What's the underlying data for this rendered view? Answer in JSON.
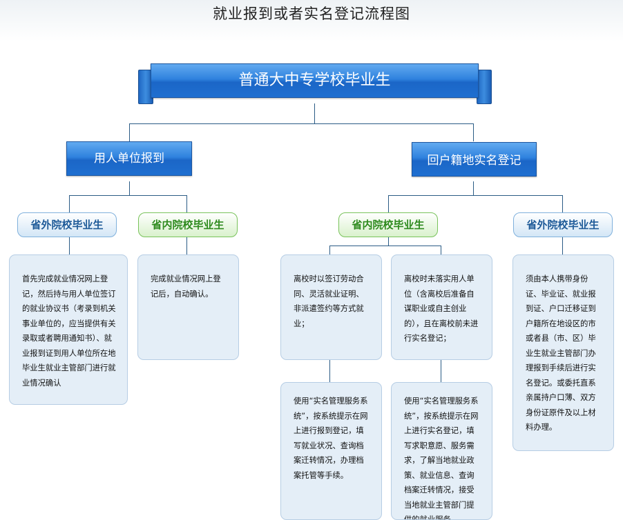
{
  "title": "就业报到或者实名登记流程图",
  "root": {
    "label": "普通大中专学校毕业生"
  },
  "branches": {
    "employer": {
      "label": "用人单位报到"
    },
    "hometown": {
      "label": "回户籍地实名登记"
    }
  },
  "pills": {
    "employer_outside": "省外院校毕业生",
    "employer_inside": "省内院校毕业生",
    "hometown_inside": "省内院校毕业生",
    "hometown_outside": "省外院校毕业生"
  },
  "cards": {
    "c1": "首先完成就业情况网上登记，然后持与用人单位签订的就业协议书（考录到机关事业单位的，应当提供有关录取或者聘用通知书）、就业报到证到用人单位所在地毕业生就业主管部门进行就业情况确认",
    "c2": "完成就业情况网上登记后，自动确认。",
    "c3": "离校时以签订劳动合同、灵活就业证明、非派遣签约等方式就业；",
    "c4": "离校时未落实用人单位（含离校后准备自谋职业或自主创业的），且在离校前未进行实名登记；",
    "c5": "使用“实名管理服务系统”，按系统提示在网上进行报到登记，填写就业状况、查询档案迁转情况，办理档案托管等手续。",
    "c6": "使用“实名管理服务系统”，按系统提示在网上进行实名登记，填写求职意愿、服务需求，了解当地就业政策、就业信息、查询档案迁转情况，接受当地就业主管部门提供的就业服务",
    "c7": "须由本人携带身份证、毕业证、就业报到证、户口迁移证到户籍所在地设区的市或者县（市、区）毕业生就业主管部门办理报到手续后进行实名登记。或委托直系亲属持户口薄、双方身份证原件及以上材料办理。"
  }
}
